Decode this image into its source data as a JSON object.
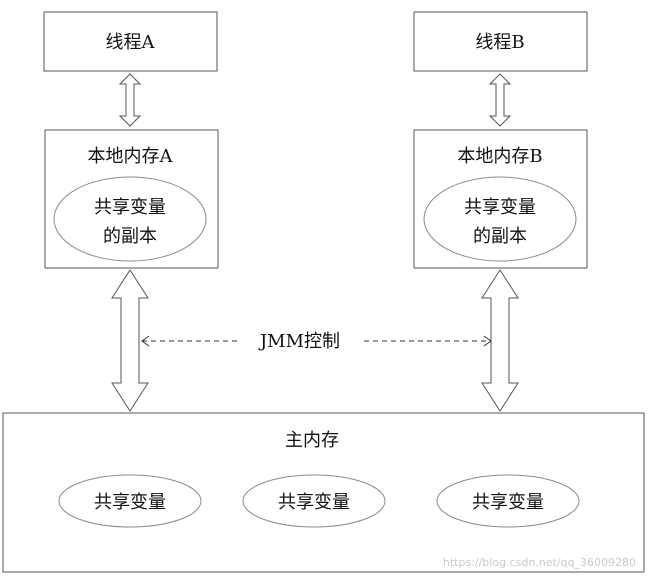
{
  "thread_a": {
    "label": "线程A"
  },
  "thread_b": {
    "label": "线程B"
  },
  "local_memory_a": {
    "label": "本地内存A",
    "copy_line1": "共享变量",
    "copy_line2": "的副本"
  },
  "local_memory_b": {
    "label": "本地内存B",
    "copy_line1": "共享变量",
    "copy_line2": "的副本"
  },
  "jmm_control": {
    "label": "JMM控制"
  },
  "main_memory": {
    "label": "主内存",
    "shared_vars": [
      "共享变量",
      "共享变量",
      "共享变量"
    ]
  },
  "watermark": {
    "text": "https://blog.csdn.net/qq_36009280"
  },
  "colors": {
    "stroke": "#555555",
    "ellipse_stroke": "#8a8a8a",
    "text": "#111111"
  }
}
